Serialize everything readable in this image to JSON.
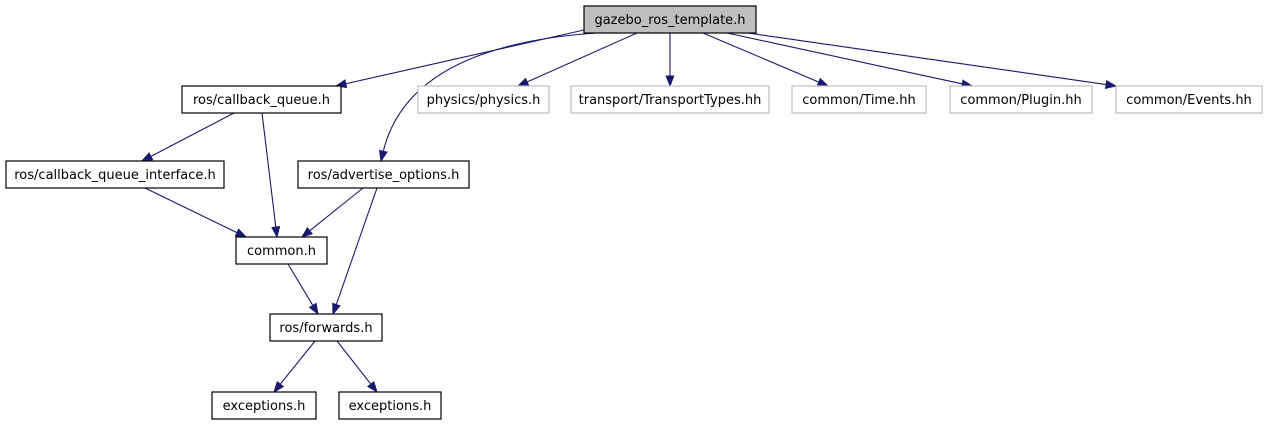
{
  "diagram": {
    "type": "include-dependency-graph",
    "colors": {
      "edge": "#191970",
      "root_fill": "#bfbfbf",
      "root_border": "#000000",
      "documented_border": "#000000",
      "external_border": "#bfbfbf",
      "text": "#000000"
    },
    "nodes": [
      {
        "id": "n0",
        "label": "gazebo_ros_template.h",
        "style": "root"
      },
      {
        "id": "n1",
        "label": "ros/callback_queue.h",
        "style": "documented"
      },
      {
        "id": "n2",
        "label": "physics/physics.h",
        "style": "external"
      },
      {
        "id": "n3",
        "label": "transport/TransportTypes.hh",
        "style": "external"
      },
      {
        "id": "n4",
        "label": "common/Time.hh",
        "style": "external"
      },
      {
        "id": "n5",
        "label": "common/Plugin.hh",
        "style": "external"
      },
      {
        "id": "n6",
        "label": "common/Events.hh",
        "style": "external"
      },
      {
        "id": "n7",
        "label": "ros/callback_queue_interface.h",
        "style": "documented"
      },
      {
        "id": "n8",
        "label": "ros/advertise_options.h",
        "style": "documented"
      },
      {
        "id": "n9",
        "label": "common.h",
        "style": "documented"
      },
      {
        "id": "n10",
        "label": "ros/forwards.h",
        "style": "documented"
      },
      {
        "id": "n11",
        "label": "exceptions.h",
        "style": "documented"
      },
      {
        "id": "n12",
        "label": "exceptions.h",
        "style": "documented"
      }
    ],
    "edges": [
      {
        "from": "n0",
        "to": "n1"
      },
      {
        "from": "n0",
        "to": "n8"
      },
      {
        "from": "n0",
        "to": "n2"
      },
      {
        "from": "n0",
        "to": "n3"
      },
      {
        "from": "n0",
        "to": "n4"
      },
      {
        "from": "n0",
        "to": "n5"
      },
      {
        "from": "n0",
        "to": "n6"
      },
      {
        "from": "n1",
        "to": "n7"
      },
      {
        "from": "n1",
        "to": "n9"
      },
      {
        "from": "n7",
        "to": "n9"
      },
      {
        "from": "n8",
        "to": "n9"
      },
      {
        "from": "n8",
        "to": "n10"
      },
      {
        "from": "n9",
        "to": "n10"
      },
      {
        "from": "n10",
        "to": "n11"
      },
      {
        "from": "n10",
        "to": "n12"
      }
    ]
  }
}
